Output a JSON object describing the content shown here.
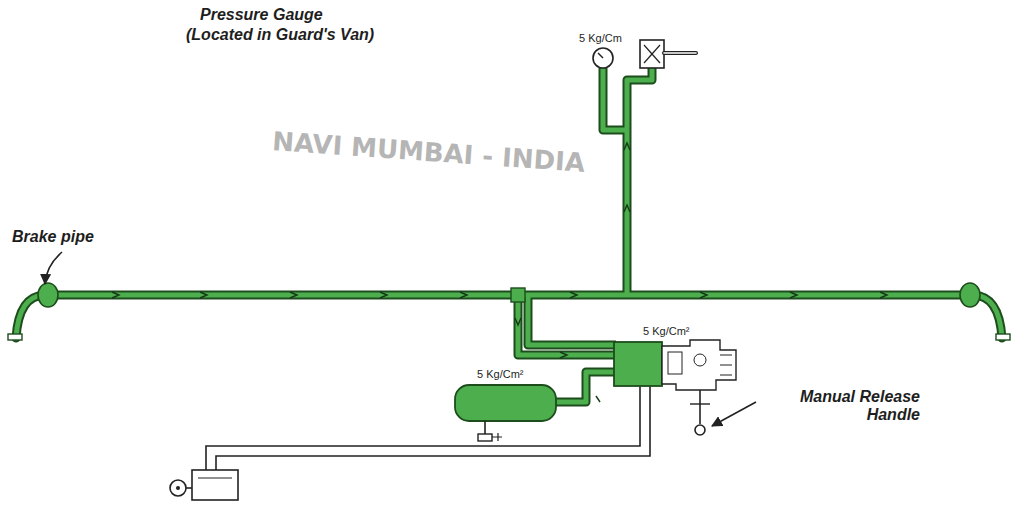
{
  "diagram": {
    "labels": [
      "Pressure Gauge",
      "(Located in Guard's Van)",
      "5 Kg/Cm",
      "Brake pipe",
      "5 Kg/Cm²",
      "5 Kg/Cm²",
      "Manual Release Handle",
      "NAVI MUMBAI - INDIA"
    ]
  }
}
